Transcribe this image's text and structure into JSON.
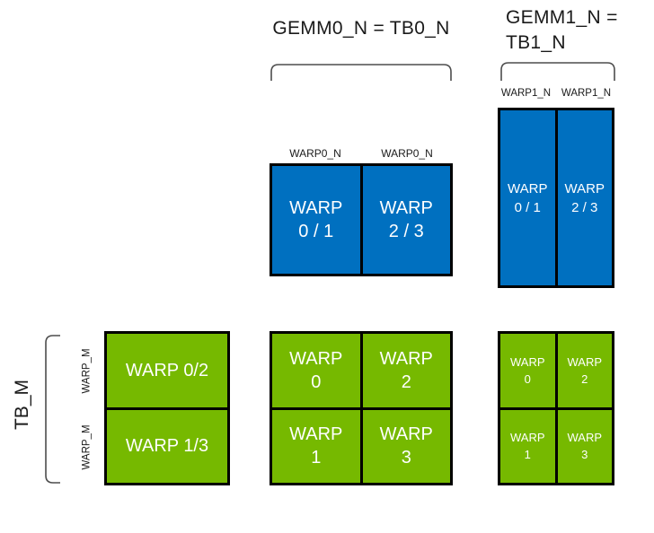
{
  "colors": {
    "blue": "#0070C0",
    "green": "#76B900",
    "box_border": "#000000",
    "bracket": "#4d4d4d",
    "label_text": "#1a1a1a",
    "box_text": "#ffffff",
    "background": "#ffffff"
  },
  "headers": {
    "gemm0_n": "GEMM0_N = TB0_N",
    "gemm1_n_line1": "GEMM1_N =",
    "gemm1_n_line2": "TB1_N"
  },
  "dimension_labels": {
    "tb_m": "TB_M",
    "warp_m_row0": "WARP_M",
    "warp_m_row1": "WARP_M",
    "warp0_n_col0": "WARP0_N",
    "warp0_n_col1": "WARP0_N",
    "warp1_n_col0": "WARP1_N",
    "warp1_n_col1": "WARP1_N"
  },
  "gemm0_accumulator_tiles": {
    "cells": [
      {
        "line1": "WARP",
        "line2": "0 / 1"
      },
      {
        "line1": "WARP",
        "line2": "2 / 3"
      }
    ]
  },
  "gemm1_accumulator_tiles": {
    "cells": [
      {
        "line1": "WARP",
        "line2": "0 / 1"
      },
      {
        "line1": "WARP",
        "line2": "2 / 3"
      }
    ]
  },
  "tb_m_warp_tiles": {
    "cells": [
      {
        "label": "WARP 0/2"
      },
      {
        "label": "WARP 1/3"
      }
    ]
  },
  "gemm0_warp_grid": {
    "cells": [
      {
        "line1": "WARP",
        "line2": "0"
      },
      {
        "line1": "WARP",
        "line2": "2"
      },
      {
        "line1": "WARP",
        "line2": "1"
      },
      {
        "line1": "WARP",
        "line2": "3"
      }
    ]
  },
  "gemm1_warp_grid": {
    "cells": [
      {
        "line1": "WARP",
        "line2": "0"
      },
      {
        "line1": "WARP",
        "line2": "2"
      },
      {
        "line1": "WARP",
        "line2": "1"
      },
      {
        "line1": "WARP",
        "line2": "3"
      }
    ]
  }
}
